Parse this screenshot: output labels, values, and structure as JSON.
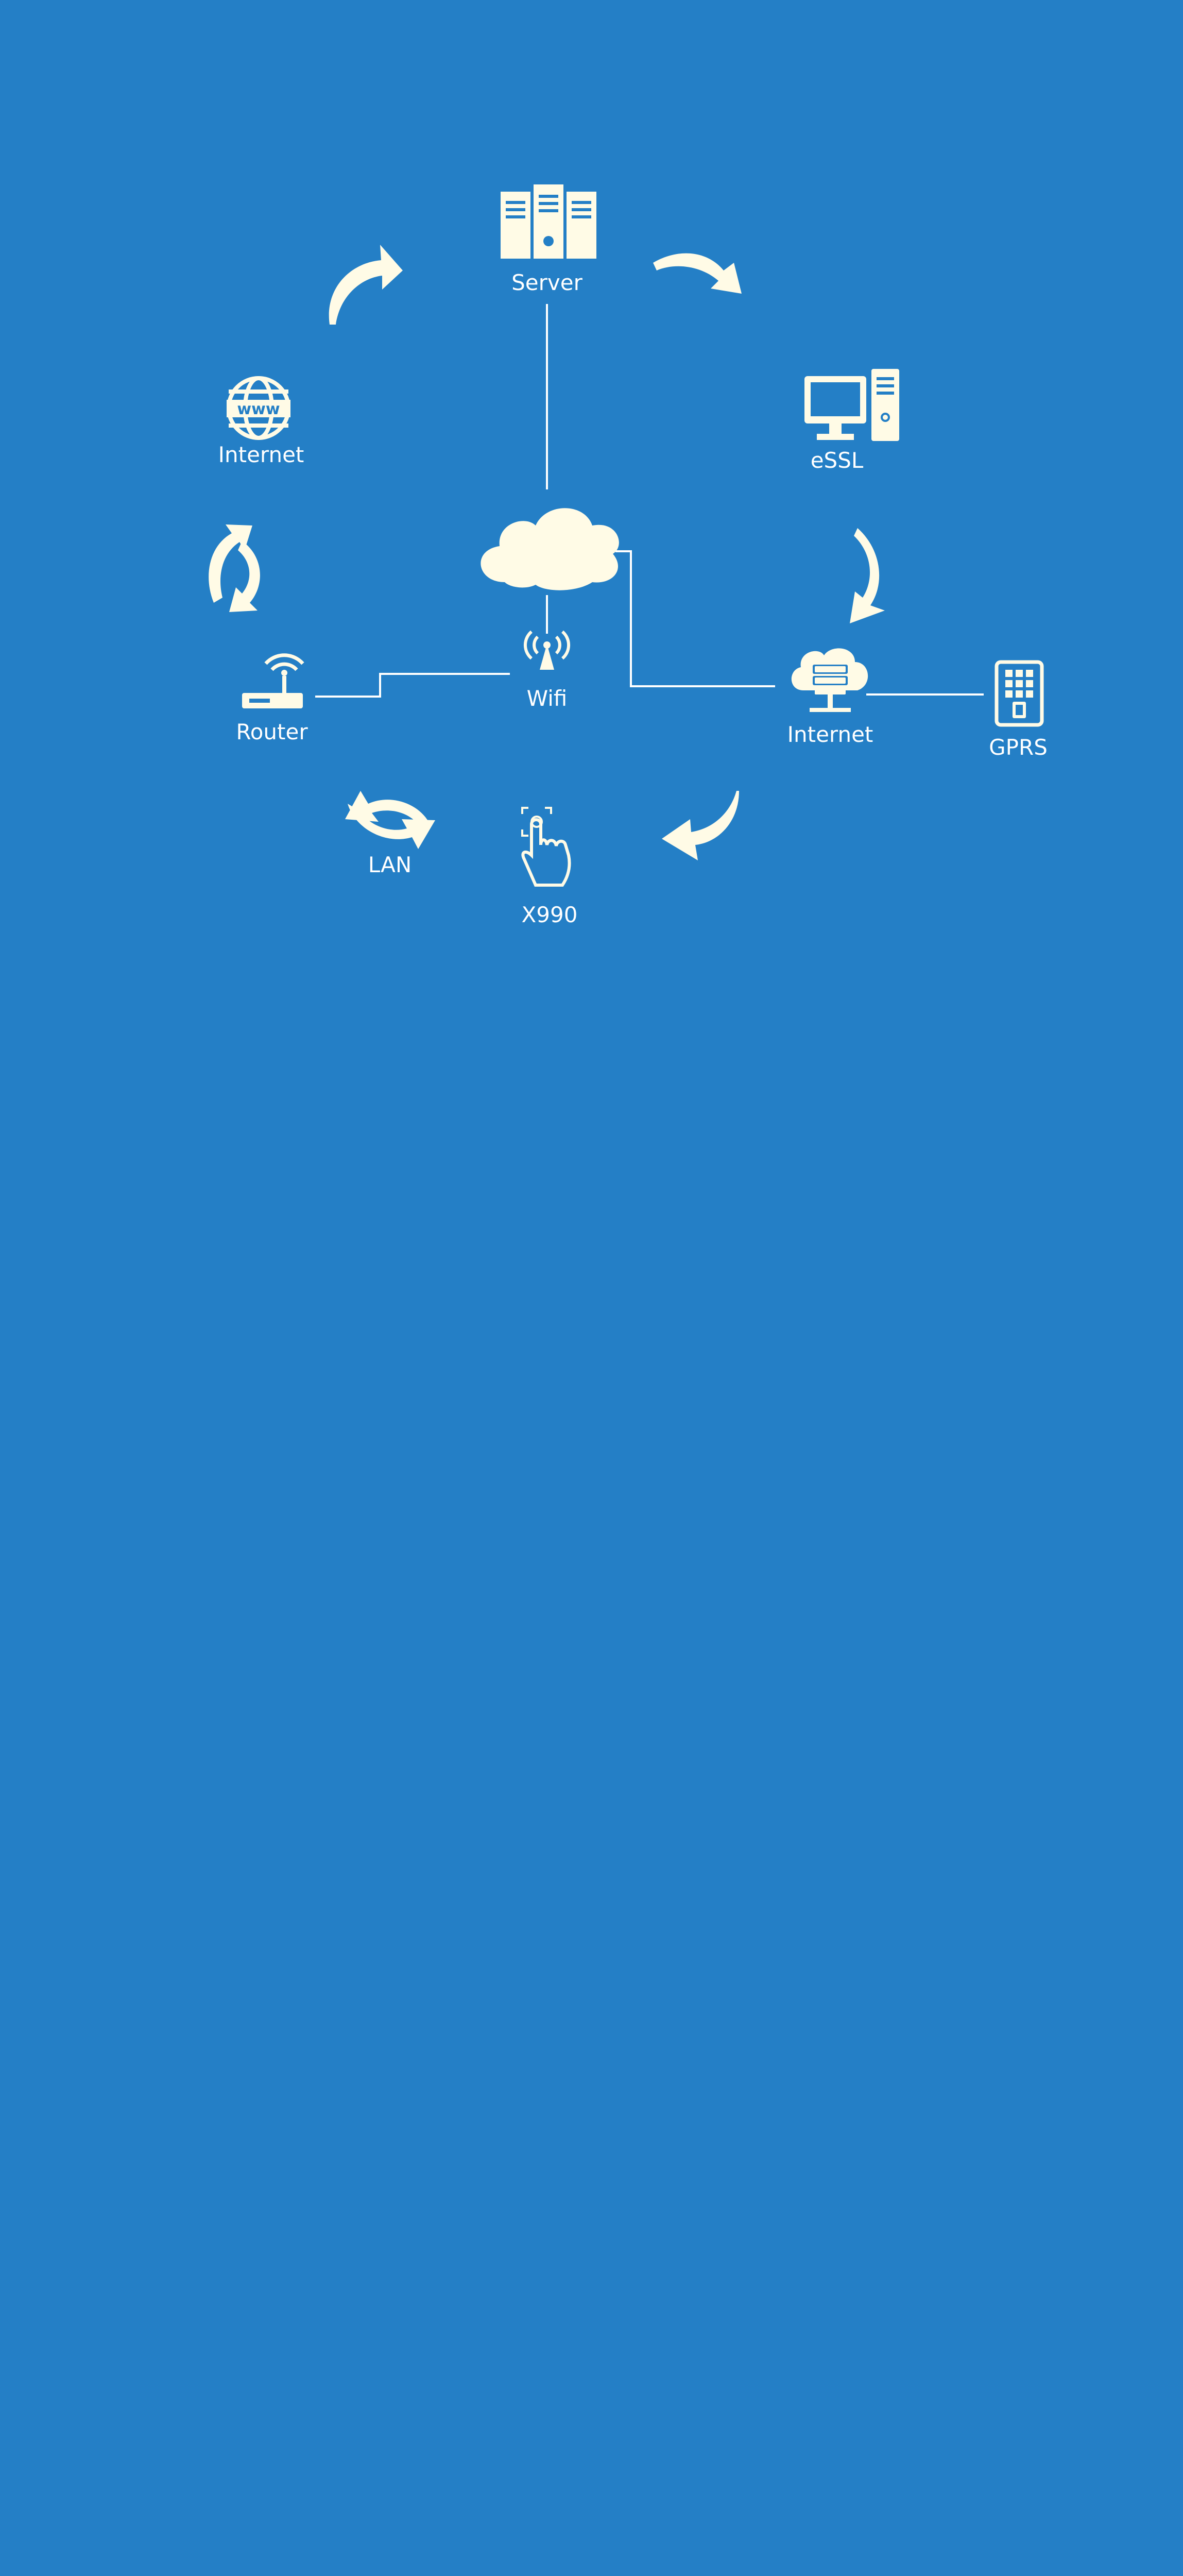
{
  "colors": {
    "background": "#247fc6",
    "icon": "#fffbe6",
    "line": "#ffffff"
  },
  "nodes": {
    "server": {
      "label": "Server",
      "icon": "server-rack-icon"
    },
    "essl": {
      "label": "eSSL",
      "icon": "desktop-computer-icon"
    },
    "internet_left": {
      "label": "Internet",
      "icon": "globe-www-icon"
    },
    "internet_right": {
      "label": "Internet",
      "icon": "cloud-server-icon"
    },
    "gprs": {
      "label": "GPRS",
      "icon": "gprs-device-icon"
    },
    "wifi": {
      "label": "Wifi",
      "icon": "wifi-antenna-icon"
    },
    "router": {
      "label": "Router",
      "icon": "router-icon"
    },
    "lan": {
      "label": "LAN",
      "icon": "sync-arrows-icon"
    },
    "x990": {
      "label": "X990",
      "icon": "fingerprint-touch-icon"
    },
    "cloud": {
      "icon": "cloud-icon"
    }
  }
}
